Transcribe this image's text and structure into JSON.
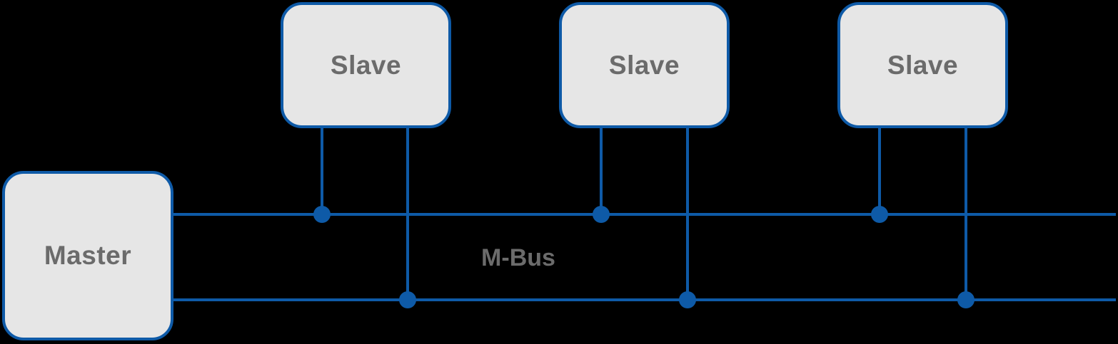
{
  "diagram": {
    "type": "bus-topology",
    "bus_label": "M-Bus",
    "master": {
      "label": "Master"
    },
    "slaves": [
      {
        "label": "Slave"
      },
      {
        "label": "Slave"
      },
      {
        "label": "Slave"
      }
    ],
    "colors": {
      "bus_blue": "#0e5aa7",
      "node_fill": "#e6e6e6",
      "node_border": "#0e5aa7",
      "label_gray": "#6b6b6b",
      "background": "#000000"
    }
  }
}
